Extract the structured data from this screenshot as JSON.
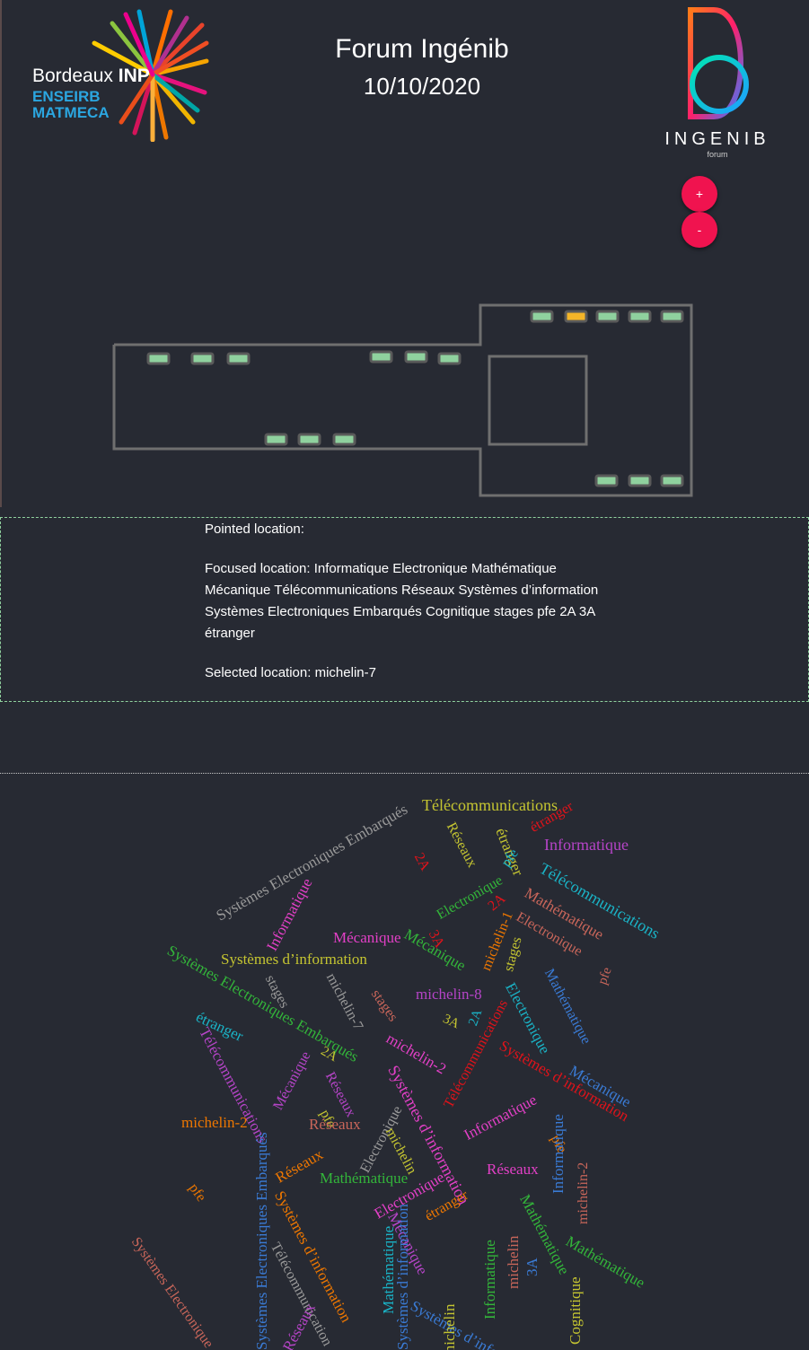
{
  "header": {
    "title": "Forum Ingénib",
    "date": "10/10/2020",
    "left_logo": {
      "line1_prefix": "Bordeaux ",
      "line1_bold": "INP",
      "line2": "ENSEIRB",
      "line3": "MATMECA"
    },
    "right_logo": {
      "word": "INGENIB",
      "sub": "forum"
    }
  },
  "zoom": {
    "plus_label": "+",
    "minus_label": "-"
  },
  "colors": {
    "background": "#272a33",
    "accent": "#f0134f",
    "stand": "#8fd19e",
    "stand_selected": "#f4b528",
    "wall": "#7a7a7a"
  },
  "floorplan": {
    "stands": [
      {
        "status": "available"
      },
      {
        "status": "available"
      },
      {
        "status": "available"
      },
      {
        "status": "available"
      },
      {
        "status": "available"
      },
      {
        "status": "available"
      },
      {
        "status": "available"
      },
      {
        "status": "available"
      },
      {
        "status": "available"
      },
      {
        "status": "available"
      },
      {
        "status": "selected"
      },
      {
        "status": "available"
      },
      {
        "status": "available"
      },
      {
        "status": "available"
      },
      {
        "status": "available"
      },
      {
        "status": "available"
      },
      {
        "status": "available"
      }
    ]
  },
  "info": {
    "pointed_label": "Pointed location:",
    "pointed_value": "",
    "focused_label": "Focused location:",
    "focused_value": "Informatique Electronique Mathématique Mécanique Télécommunications Réseaux Systèmes d’information Systèmes Electroniques Embarqués Cognitique stages pfe 2A 3A étranger",
    "selected_label": "Selected location:",
    "selected_value": "michelin-7"
  },
  "wordcloud": [
    "Télécommunications",
    "étranger",
    "Réseaux",
    "étranger",
    "Informatique",
    "pfe",
    "Télécommunications",
    "2A",
    "Electronique",
    "2A",
    "Mathématique",
    "Electronique",
    "Systèmes Electroniques Embarqués",
    "Informatique",
    "3A",
    "michelin-1",
    "Mécanique",
    "Mécanique",
    "Systèmes d’information",
    "stages",
    "pfe",
    "Systèmes Electroniques Embarqués",
    "stages",
    "michelin-7",
    "stages",
    "michelin-8",
    "Mathématique",
    "Electronique",
    "3A",
    "2A",
    "Télécommunications",
    "étranger",
    "michelin-2",
    "Systèmes d’information",
    "Télécommunications",
    "2A",
    "Mécanique",
    "Mécanique",
    "Réseaux",
    "pfe",
    "Systèmes d’information",
    "michelin-2",
    "Réseaux",
    "Electronique",
    "michelin",
    "Informatique",
    "pfe",
    "Informatique",
    "Réseaux",
    "Mathématique",
    "Réseaux",
    "michelin-2",
    "pfe",
    "Electronique",
    "Systèmes Electroniques Embarqués",
    "Systèmes d’information",
    "étranger",
    "Mécanique",
    "Mathématique",
    "Mathématique",
    "Mathématique",
    "Systèmes Electronique",
    "Télécommunication",
    "Systèmes d’information",
    "Informatique",
    "michelin",
    "3A",
    "Réseaux",
    "Cognitique",
    "Systèmes d’info",
    "michelin"
  ]
}
